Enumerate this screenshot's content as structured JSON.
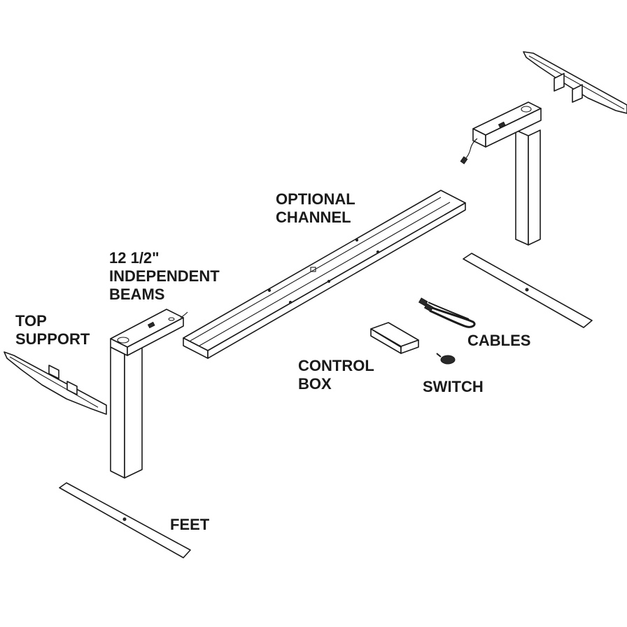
{
  "labels": {
    "top_support": [
      "TOP",
      "SUPPORT"
    ],
    "independent_beams": [
      "12 1/2\"",
      "INDEPENDENT",
      "BEAMS"
    ],
    "optional_channel": [
      "OPTIONAL",
      "CHANNEL"
    ],
    "control_box": [
      "CONTROL",
      "BOX"
    ],
    "cables": "CABLES",
    "switch": "SWITCH",
    "feet": "FEET"
  },
  "colors": {
    "ink": "#1a1a1a",
    "paper": "#ffffff"
  }
}
